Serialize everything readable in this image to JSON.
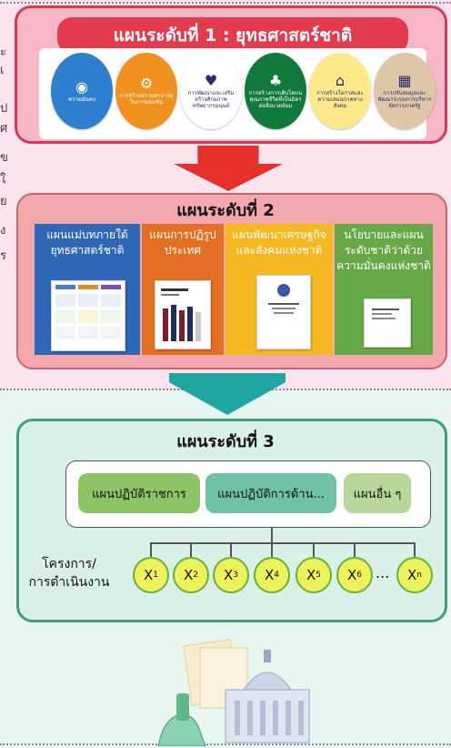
{
  "side_text": [
    "ะ",
    "เ",
    "ป",
    "ศ",
    "ข",
    "ใ",
    "ย",
    "ง",
    "ร"
  ],
  "level1": {
    "title": "แผนระดับที่ 1 : ยุทธศาสตร์ชาติ",
    "strategies": [
      {
        "text": "ความมั่นคง",
        "icon": "security-icon",
        "color": "#2f7fd1"
      },
      {
        "text": "การสร้างความสามารถในการแข่งขัน",
        "icon": "competitiveness-icon",
        "color": "#f0911e"
      },
      {
        "text": "การพัฒนาและเสริมสร้างศักยภาพทรัพยากรมนุษย์",
        "icon": "human-development-icon",
        "color": "#ffffff"
      },
      {
        "text": "การสร้างการเติบโตบนคุณภาพชีวิตที่เป็นมิตรต่อสิ่งแวดล้อม",
        "icon": "environment-icon",
        "color": "#0f7a3c"
      },
      {
        "text": "การสร้างโอกาสและความเสมอภาคทางสังคม",
        "icon": "social-equality-icon",
        "color": "#fde98a"
      },
      {
        "text": "การปรับสมดุลและพัฒนาระบบการบริหารจัดการภาครัฐ",
        "icon": "public-admin-icon",
        "color": "#ddc7a6"
      }
    ]
  },
  "level2": {
    "title": "แผนระดับที่ 2",
    "plans": [
      {
        "title": "แผนแม่บทภายใต้ยุทธศาสตร์ชาติ",
        "color": "#2f66b5"
      },
      {
        "title": "แผนการปฏิรูปประเทศ",
        "color": "#e26f24"
      },
      {
        "title": "แผนพัฒนาเศรษฐกิจและสังคมแห่งชาติ",
        "color": "#f5b820"
      },
      {
        "title": "นโยบายและแผนระดับชาติว่าด้วยความมั่นคงแห่งชาติ",
        "color": "#66a845"
      }
    ]
  },
  "level3": {
    "title": "แผนระดับที่ 3",
    "plans": [
      {
        "label": "แผนปฏิบัติราชการ",
        "color": "#8cc466"
      },
      {
        "label": "แผนปฏิบัติการด้าน...",
        "color": "#6fc3a4"
      },
      {
        "label": "แผนอื่น ๆ",
        "color": "#b7d89a"
      }
    ],
    "projects_label_1": "โครงการ/",
    "projects_label_2": "การดำเนินงาน",
    "node_letter": "X",
    "nodes": [
      "1",
      "2",
      "3",
      "4",
      "5",
      "6",
      "n"
    ],
    "ellipsis": "..."
  }
}
